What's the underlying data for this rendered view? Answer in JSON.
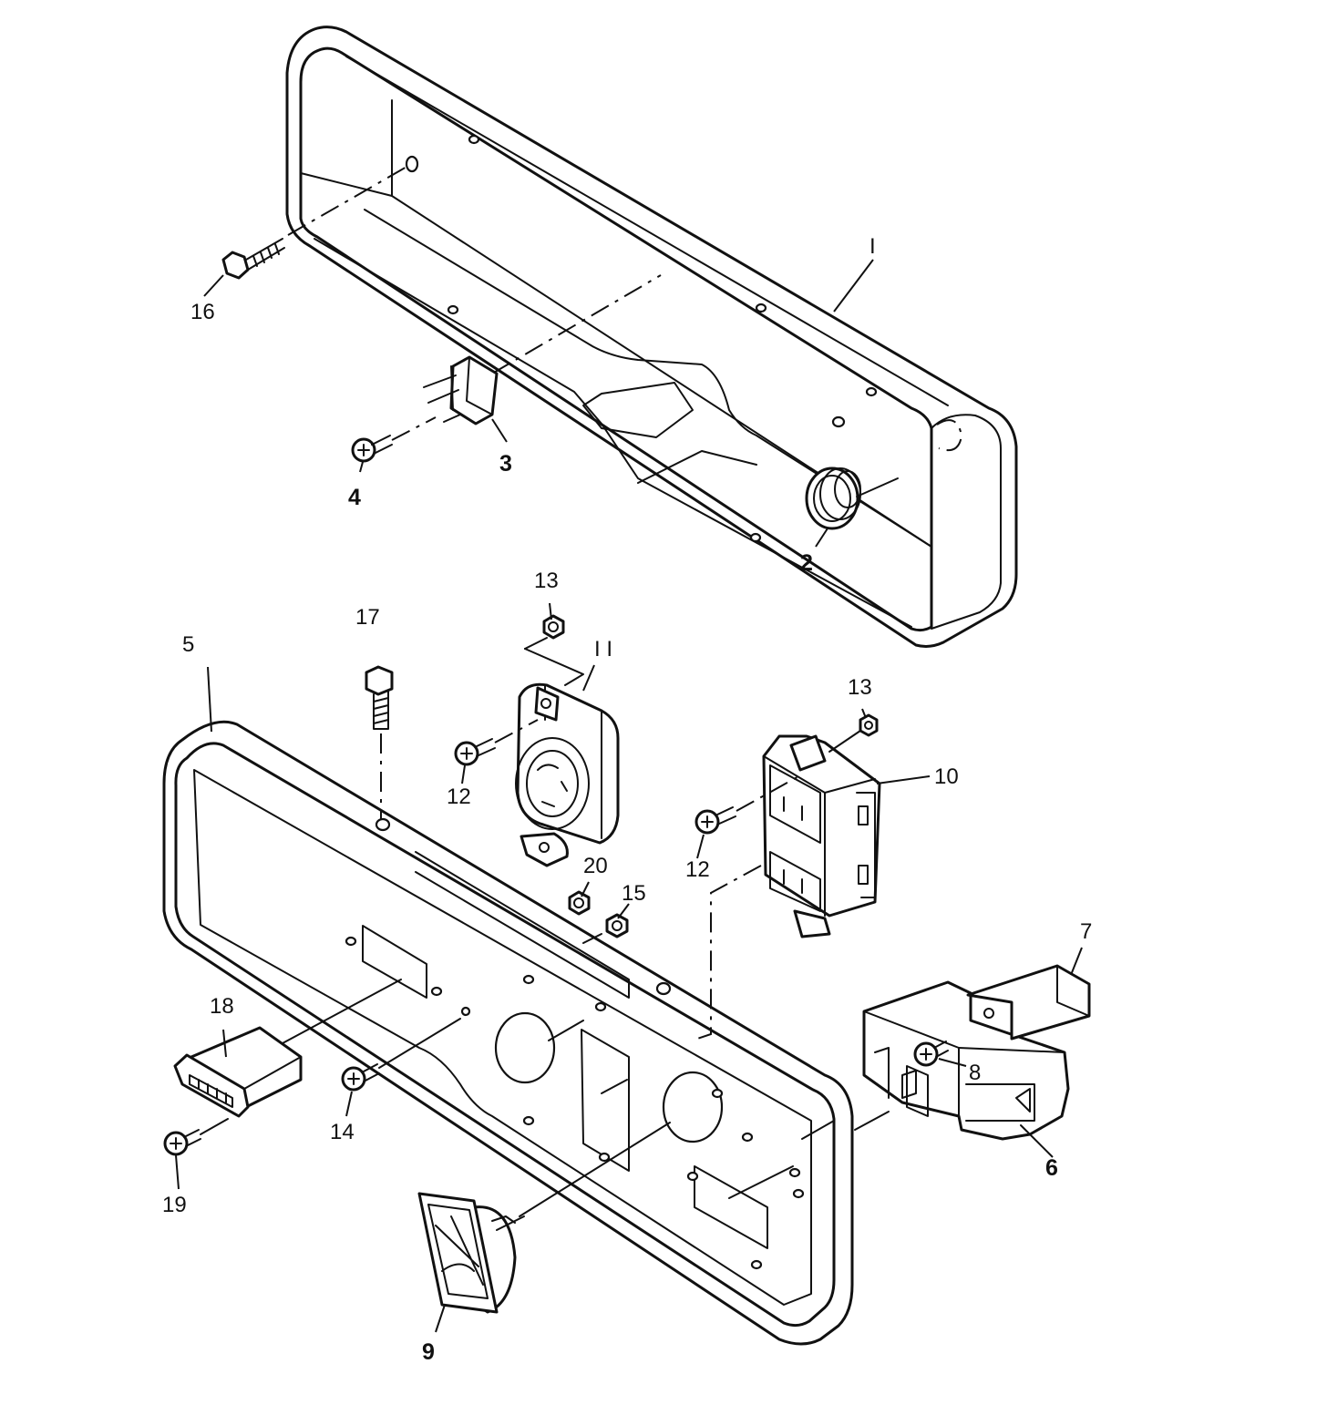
{
  "callouts": {
    "c1": "I",
    "c2": "2",
    "c3": "3",
    "c4": "4",
    "c5": "5",
    "c6": "6",
    "c7": "7",
    "c8": "8",
    "c9": "9",
    "c10": "10",
    "c11": "I I",
    "c12a": "12",
    "c12b": "12",
    "c13a": "13",
    "c13b": "13",
    "c14": "14",
    "c15": "15",
    "c16": "16",
    "c17": "17",
    "c18": "18",
    "c19": "19",
    "c20": "20"
  },
  "line_color": "#111111",
  "background_color": "#ffffff"
}
